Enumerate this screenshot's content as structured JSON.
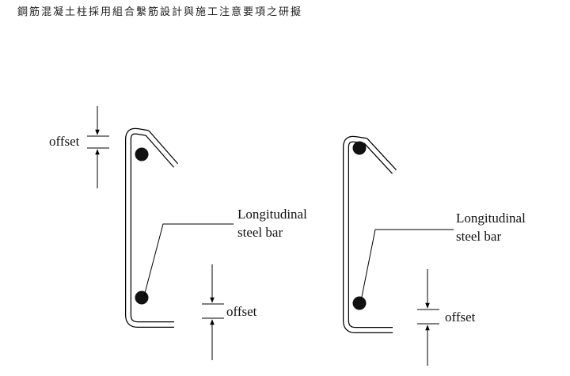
{
  "header": {
    "title": "鋼筋混凝土柱採用組合繫筋設計與施工注意要項之研擬"
  },
  "figures": [
    {
      "label_line1": "Longitudinal",
      "label_line2": "steel bar",
      "offset_top_label": "offset",
      "offset_bottom_label": "offset"
    },
    {
      "label_line1": "Longitudinal",
      "label_line2": "steel bar",
      "offset_bottom_label": "offset"
    }
  ]
}
